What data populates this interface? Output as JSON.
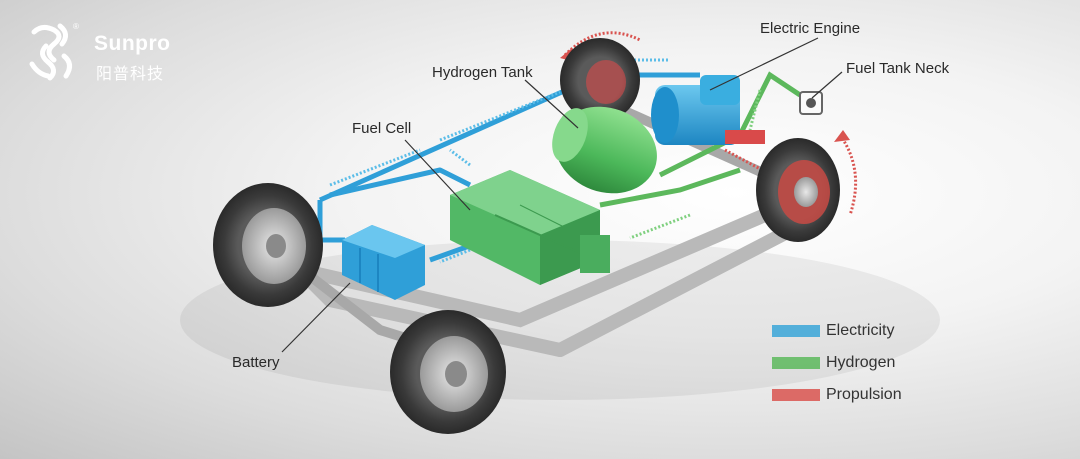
{
  "brand": {
    "name": "Sunpro",
    "name_cn": "阳普科技",
    "registered_mark": "®"
  },
  "labels": {
    "electric_engine": "Electric Engine",
    "fuel_tank_neck": "Fuel Tank Neck",
    "hydrogen_tank": "Hydrogen Tank",
    "fuel_cell": "Fuel Cell",
    "battery": "Battery"
  },
  "legend": [
    {
      "label": "Electricity",
      "color": "#3aa6d8"
    },
    {
      "label": "Hydrogen",
      "color": "#5cb85c"
    },
    {
      "label": "Propulsion",
      "color": "#d9534f"
    }
  ],
  "colors": {
    "electricity": "#3aa6d8",
    "hydrogen": "#5cb85c",
    "propulsion": "#d9534f",
    "component_blue": "#2f9fd8",
    "component_green": "#5cc26a"
  }
}
